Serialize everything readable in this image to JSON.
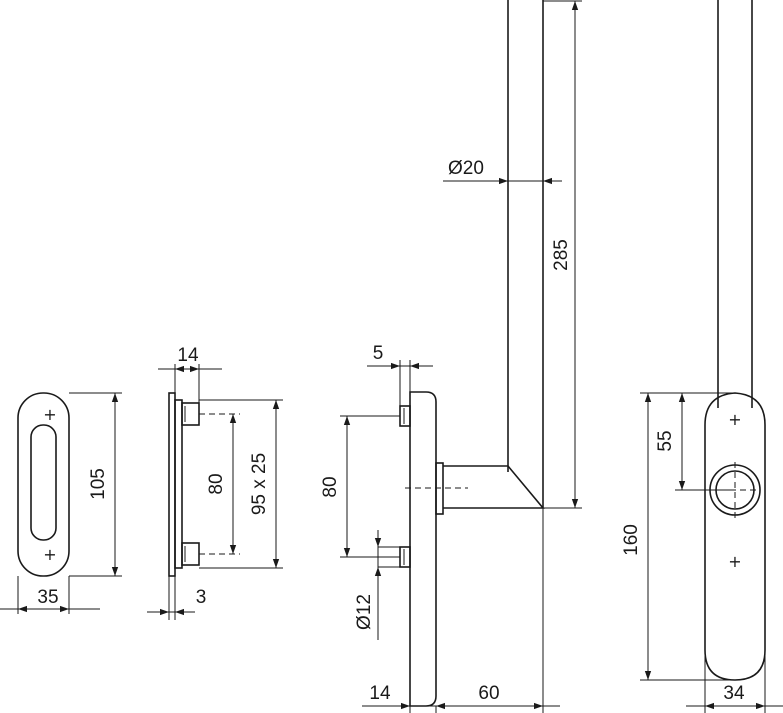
{
  "dimensions": {
    "oval_height": "105",
    "oval_width": "35",
    "rose_thickness": "14",
    "rose_hole_spacing": "80",
    "rose_cutout": "95 x 25",
    "rose_base": "3",
    "stub_offset": "5",
    "side_hole_spacing": "80",
    "pin_diameter": "Ø12",
    "handle_diameter": "Ø20",
    "handle_length": "285",
    "side_base_thickness": "14",
    "handle_reach": "60",
    "plate_spindle_offset": "55",
    "plate_height": "160",
    "plate_width": "34"
  },
  "marks": {
    "screw_mark": "+"
  }
}
